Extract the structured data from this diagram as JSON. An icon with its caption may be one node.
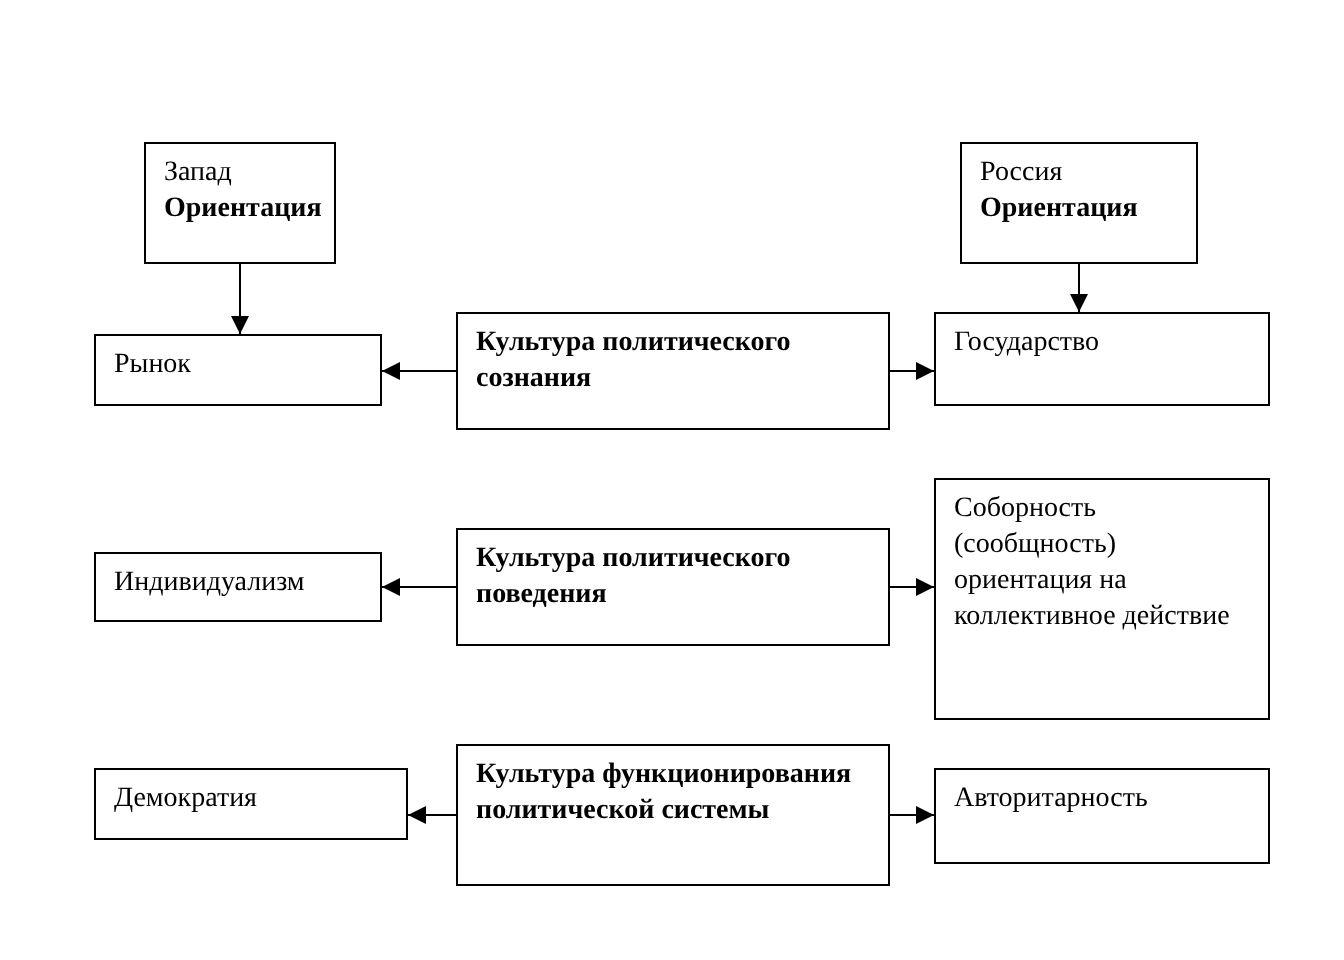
{
  "diagram": {
    "nodes": [
      {
        "text": [
          "Запад",
          "Ориентация"
        ]
      },
      {
        "text": [
          "Россия",
          "Ориентация"
        ]
      },
      {
        "text": [
          "Рынок"
        ]
      },
      {
        "text": [
          "Культура политического сознания"
        ]
      },
      {
        "text": [
          "Государство"
        ]
      },
      {
        "text": [
          "Индивидуализм"
        ]
      },
      {
        "text": [
          "Культура политического поведения"
        ]
      },
      {
        "text": [
          "Соборность (сообщность) ориентация на коллективное действие"
        ]
      },
      {
        "text": [
          "Демократия"
        ]
      },
      {
        "text": [
          "Культура функционирования политической системы"
        ]
      },
      {
        "text": [
          "Авторитарность"
        ]
      }
    ],
    "edges": [
      {
        "from": 0,
        "to": 2,
        "arrow": "to"
      },
      {
        "from": 1,
        "to": 4,
        "arrow": "to"
      },
      {
        "from": 3,
        "to": 2,
        "arrow": "to"
      },
      {
        "from": 3,
        "to": 4,
        "arrow": "to"
      },
      {
        "from": 6,
        "to": 5,
        "arrow": "to"
      },
      {
        "from": 6,
        "to": 7,
        "arrow": "to"
      },
      {
        "from": 9,
        "to": 8,
        "arrow": "to"
      },
      {
        "from": 9,
        "to": 10,
        "arrow": "to"
      }
    ]
  }
}
